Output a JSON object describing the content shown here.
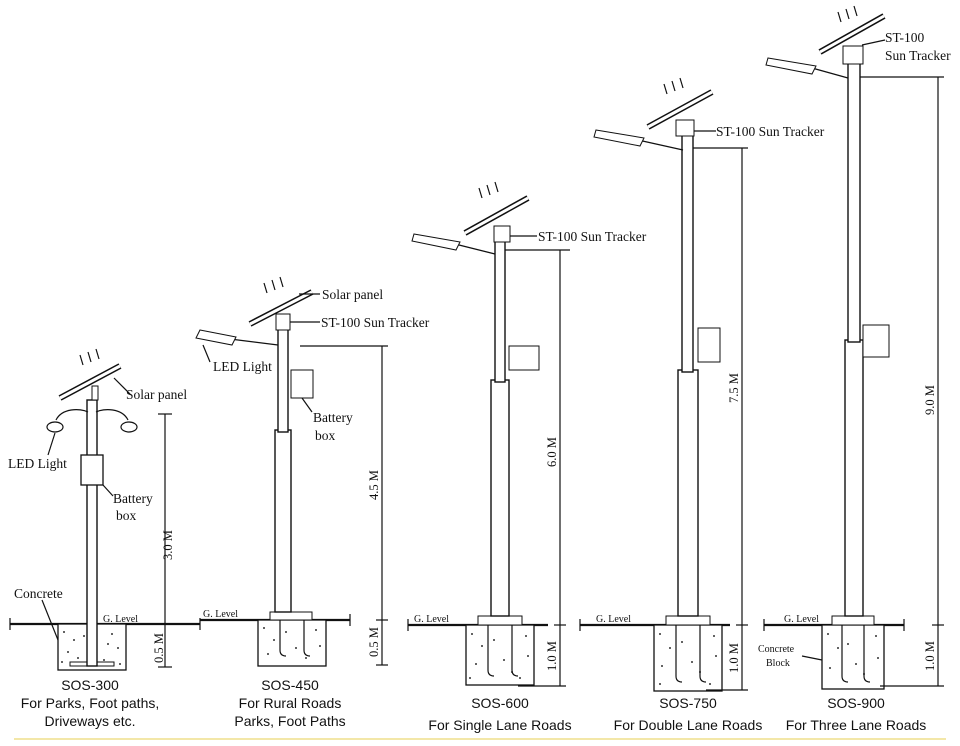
{
  "models": [
    {
      "model": "SOS-300",
      "caption_lines": [
        "For Parks, Foot paths,",
        "Driveways etc."
      ],
      "pole_height": "3.0 M",
      "foundation_depth": "0.5 M"
    },
    {
      "model": "SOS-450",
      "caption_lines": [
        "For Rural Roads",
        "Parks, Foot Paths"
      ],
      "pole_height": "4.5 M",
      "foundation_depth": "0.5 M"
    },
    {
      "model": "SOS-600",
      "caption_lines": [
        "For Single Lane Roads"
      ],
      "pole_height": "6.0 M",
      "foundation_depth": "1.0 M"
    },
    {
      "model": "SOS-750",
      "caption_lines": [
        "For Double Lane Roads"
      ],
      "pole_height": "7.5 M",
      "foundation_depth": "1.0 M"
    },
    {
      "model": "SOS-900",
      "caption_lines": [
        "For Three Lane Roads"
      ],
      "pole_height": "9.0 M",
      "foundation_depth": "1.0 M"
    }
  ],
  "labels": {
    "solar_panel": "Solar panel",
    "led_light": "LED Light",
    "battery": "Battery",
    "box": "box",
    "concrete": "Concrete",
    "ground_level": "G. Level",
    "sun_tracker": "ST-100 Sun Tracker",
    "sun_tracker_line1": "ST-100",
    "sun_tracker_line2": "Sun Tracker",
    "concrete_block_line1": "Concrete",
    "concrete_block_line2": "Block"
  }
}
